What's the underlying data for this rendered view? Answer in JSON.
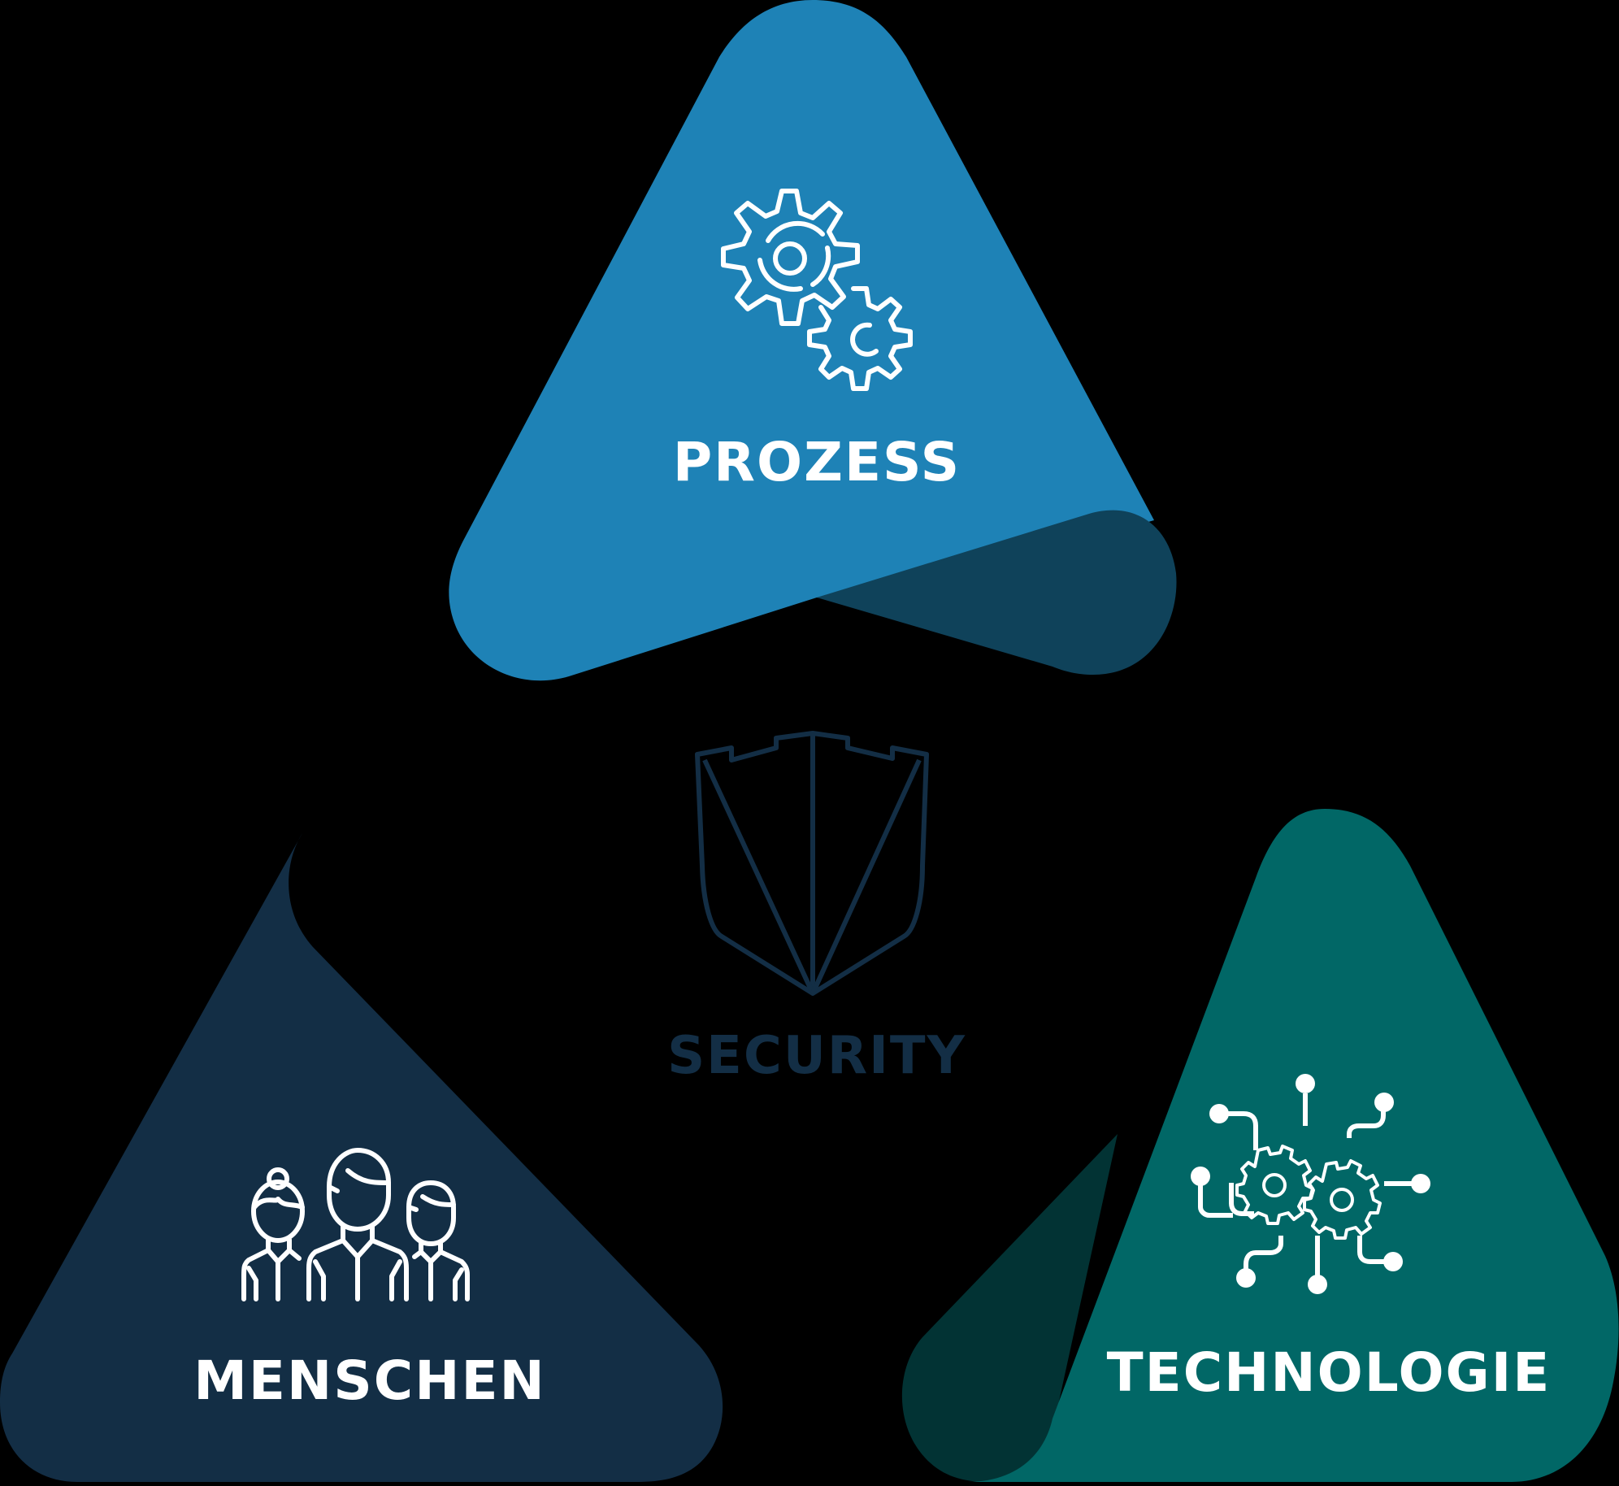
{
  "diagram": {
    "title": "Security",
    "center": {
      "label": "SECURITY",
      "icon": "shield-castle-icon",
      "color": "#132e45"
    },
    "segments": [
      {
        "id": "prozess",
        "label": "PROZESS",
        "icon": "gears-icon",
        "color": "#1e82b6",
        "fold_color": "#0f425a",
        "position": "top"
      },
      {
        "id": "menschen",
        "label": "MENSCHEN",
        "icon": "people-group-icon",
        "color": "#132e45",
        "fold_color": "#132e45",
        "position": "bottom-left"
      },
      {
        "id": "technologie",
        "label": "TECHNOLOGIE",
        "icon": "circuit-gears-icon",
        "color": "#016766",
        "fold_color": "#023334",
        "position": "bottom-right"
      }
    ],
    "background": "#000000"
  }
}
